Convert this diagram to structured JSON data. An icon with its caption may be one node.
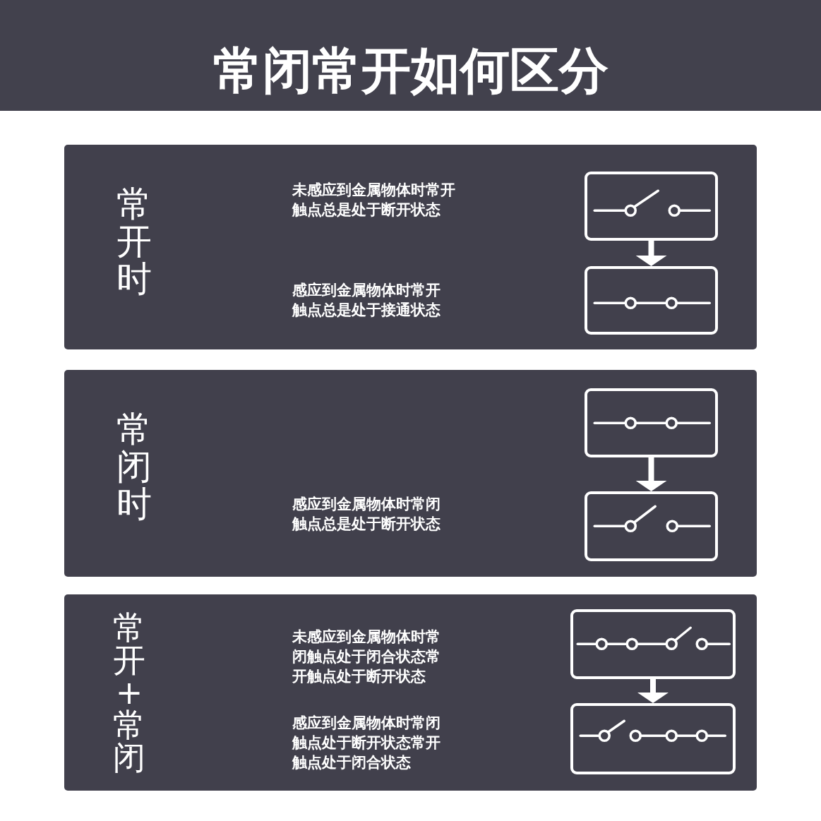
{
  "diagram": {
    "title": "常闭常开如何区分",
    "nodes": [
      {
        "text": [
          "常开时",
          "未感应到金属物体时常开触点总是处于断开状态",
          "感应到金属物体时常开触点总是处于接通状态"
        ]
      },
      {
        "text": [],
        "shape": "box",
        "in": 0
      },
      {
        "text": [],
        "shape": "box",
        "in": 0
      },
      {
        "text": [
          "常闭时",
          "感应到金属物体时常闭触点总是处于断开状态"
        ]
      },
      {
        "text": [],
        "shape": "box",
        "in": 3
      },
      {
        "text": [],
        "shape": "box",
        "in": 3
      },
      {
        "text": [
          "常开+常闭",
          "未感应到金属物体时常闭触点处于闭合状态常开触点处于断开状态",
          "感应到金属物体时常闭触点处于断开状态常开触点处于闭合状态"
        ]
      },
      {
        "text": [],
        "shape": "box",
        "in": 6
      },
      {
        "text": [],
        "shape": "box",
        "in": 6
      }
    ],
    "edges": [
      {
        "from": 1,
        "to": 2,
        "arrow": "to"
      },
      {
        "from": 4,
        "to": 5,
        "arrow": "to"
      },
      {
        "from": 7,
        "to": 8,
        "arrow": "to"
      }
    ]
  }
}
